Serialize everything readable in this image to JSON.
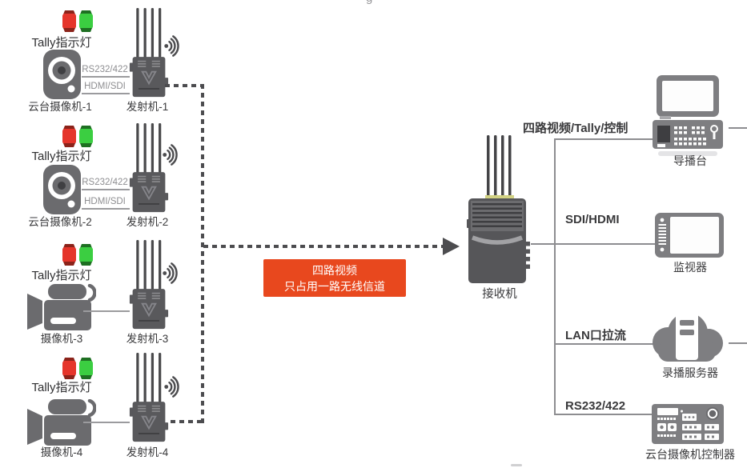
{
  "artifacts": {
    "top_glyph": "g"
  },
  "colors": {
    "accent_red": "#E8481E",
    "tally_red": "#E5352B",
    "tally_green": "#3BCE41",
    "device_dark_gray": "#565659",
    "device_light_gray": "#7E7E81",
    "line_gray": "#8D8D90",
    "dash_gray": "#4C4C4F",
    "text_dark": "#3A3A3C"
  },
  "left_chains": [
    {
      "tally_label": "Tally指示灯",
      "camera_label": "云台摄像机-1",
      "camera_type": "ptz",
      "link_top": "RS232/422",
      "link_bottom": "HDMI/SDI",
      "transmitter_label": "发射机-1"
    },
    {
      "tally_label": "Tally指示灯",
      "camera_label": "云台摄像机-2",
      "camera_type": "ptz",
      "link_top": "RS232/422",
      "link_bottom": "HDMI/SDI",
      "transmitter_label": "发射机-2"
    },
    {
      "tally_label": "Tally指示灯",
      "camera_label": "摄像机-3",
      "camera_type": "camcorder",
      "transmitter_label": "发射机-3"
    },
    {
      "tally_label": "Tally指示灯",
      "camera_label": "摄像机-4",
      "camera_type": "camcorder",
      "transmitter_label": "发射机-4"
    }
  ],
  "center": {
    "note_line1": "四路视频",
    "note_line2": "只占用一路无线信道",
    "receiver_label": "接收机"
  },
  "right_branches": [
    {
      "link_label": "四路视频/Tally/控制",
      "device_label": "导播台"
    },
    {
      "link_label": "SDI/HDMI",
      "device_label": "监视器"
    },
    {
      "link_label": "LAN口拉流",
      "device_label": "录播服务器"
    },
    {
      "link_label": "RS232/422",
      "device_label": "云台摄像机控制器"
    }
  ]
}
